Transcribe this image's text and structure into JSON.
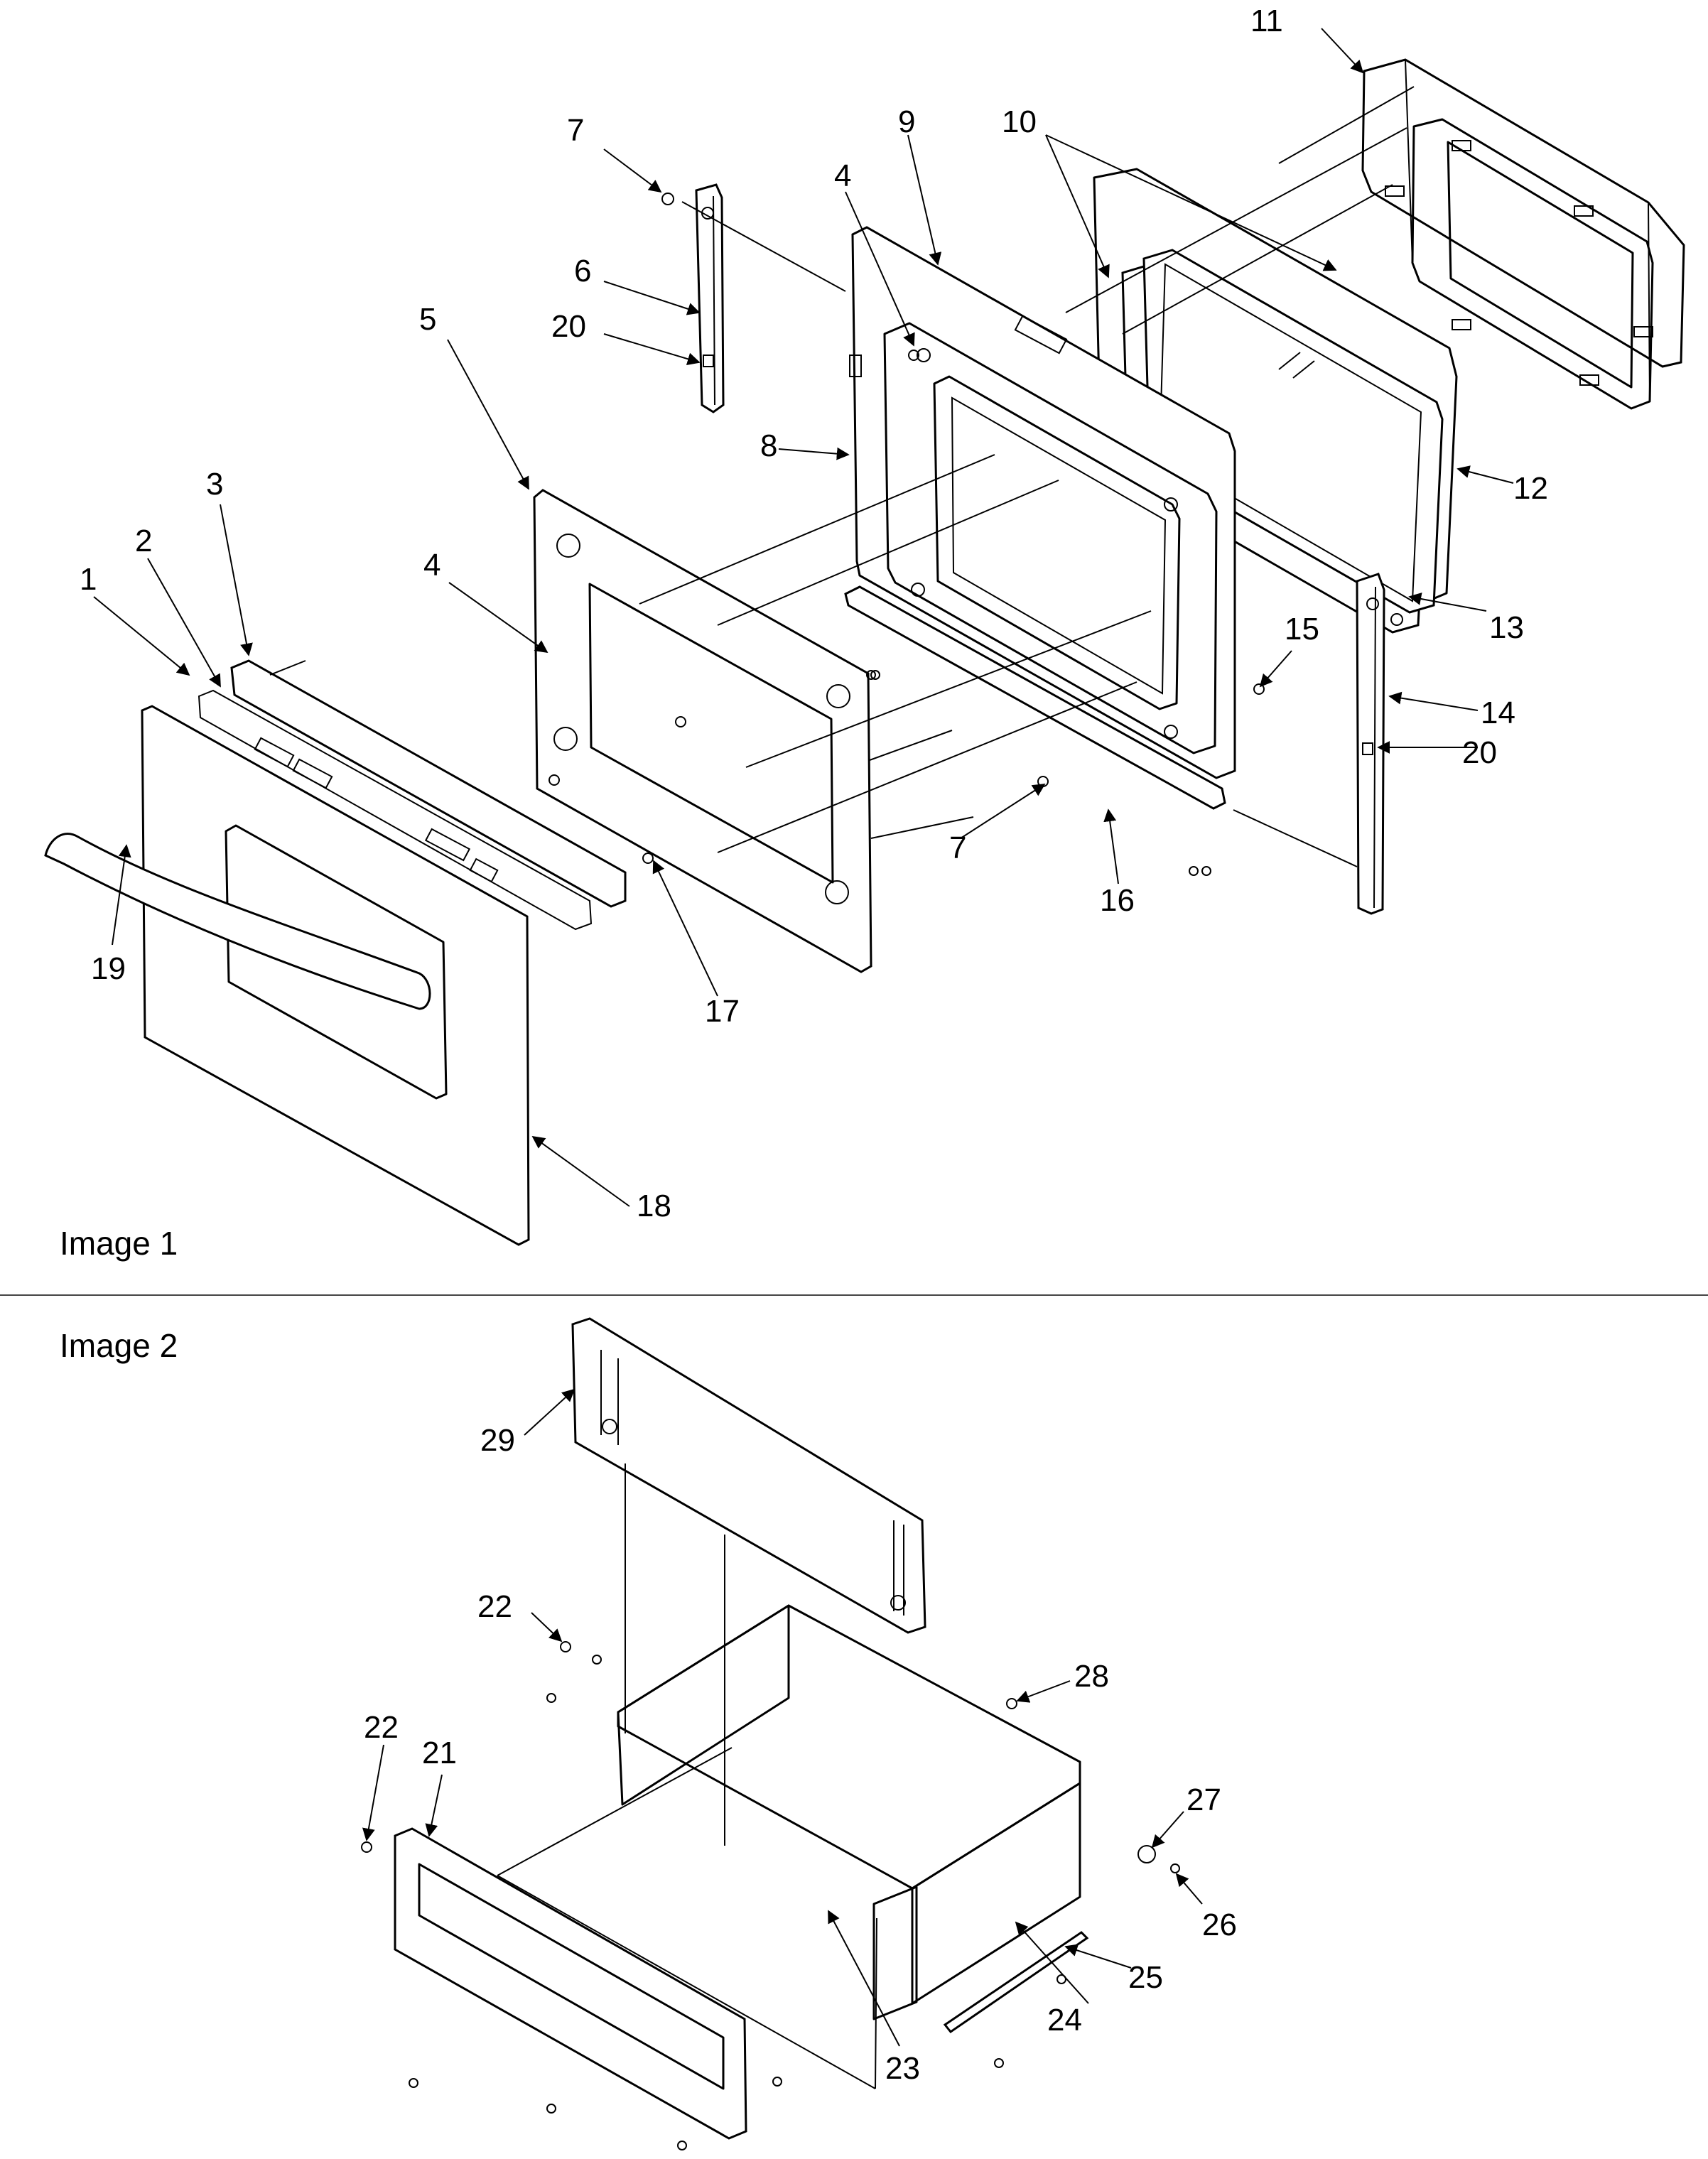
{
  "figures": [
    {
      "caption": "Image 1"
    },
    {
      "caption": "Image 2"
    }
  ],
  "callouts": {
    "image1": [
      "11",
      "7",
      "9",
      "10",
      "4",
      "6",
      "20",
      "5",
      "8",
      "12",
      "3",
      "2",
      "1",
      "4",
      "13",
      "15",
      "14",
      "20",
      "7",
      "16",
      "19",
      "17",
      "18"
    ],
    "image2": [
      "29",
      "22",
      "28",
      "22",
      "21",
      "27",
      "26",
      "25",
      "24",
      "23"
    ]
  }
}
